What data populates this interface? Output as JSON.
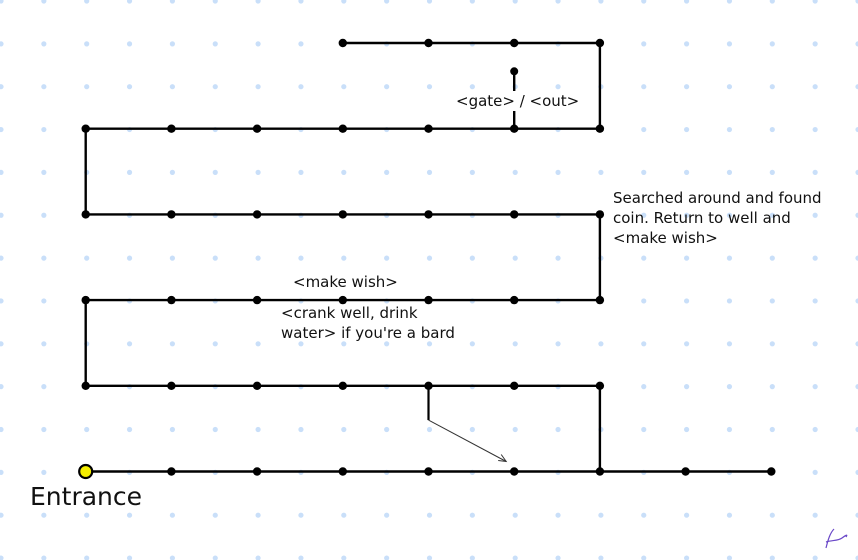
{
  "diagram": {
    "title": "Dungeon path map",
    "colors": {
      "background": "#ffffff",
      "grid_dot": "#c9dff9",
      "path": "#000000",
      "entrance_fill": "#f5ee00",
      "signature": "#6a48c8"
    },
    "labels": {
      "entrance": "Entrance",
      "gate": "<gate> / <out>",
      "searched": "Searched around and found\ncoin. Return to well and\n<make wish>",
      "make_wish": "<make wish>",
      "crank": "<crank well, drink\nwater> if you're a bard"
    },
    "signature_text": "Lucien",
    "rows": [
      {
        "name": "row-1-entrance",
        "nodes": [
          [
            1,
            5
          ],
          [
            2,
            5
          ],
          [
            3,
            5
          ],
          [
            4,
            5
          ],
          [
            5,
            5
          ],
          [
            6,
            5
          ],
          [
            7,
            5
          ],
          [
            8,
            5
          ],
          [
            9,
            5
          ]
        ]
      },
      {
        "name": "row-2",
        "nodes": [
          [
            1,
            4
          ],
          [
            2,
            4
          ],
          [
            3,
            4
          ],
          [
            4,
            4
          ],
          [
            5,
            4
          ],
          [
            6,
            4
          ],
          [
            7,
            4
          ]
        ]
      },
      {
        "name": "row-3",
        "nodes": [
          [
            1,
            3
          ],
          [
            2,
            3
          ],
          [
            3,
            3
          ],
          [
            4,
            3
          ],
          [
            5,
            3
          ],
          [
            6,
            3
          ],
          [
            7,
            3
          ]
        ]
      },
      {
        "name": "row-4",
        "nodes": [
          [
            1,
            2
          ],
          [
            2,
            2
          ],
          [
            3,
            2
          ],
          [
            4,
            2
          ],
          [
            5,
            2
          ],
          [
            6,
            2
          ],
          [
            7,
            2
          ]
        ]
      },
      {
        "name": "row-5",
        "nodes": [
          [
            1,
            1
          ],
          [
            2,
            1
          ],
          [
            3,
            1
          ],
          [
            4,
            1
          ],
          [
            5,
            1
          ],
          [
            6,
            1
          ],
          [
            7,
            1
          ]
        ]
      },
      {
        "name": "row-6-top",
        "nodes": [
          [
            4,
            0
          ],
          [
            5,
            0
          ],
          [
            6,
            0
          ],
          [
            7,
            0
          ]
        ]
      }
    ],
    "connectors": [
      {
        "name": "connector-row1-row2",
        "from": [
          7,
          5
        ],
        "to": [
          7,
          4
        ]
      },
      {
        "name": "connector-row2-row3",
        "from": [
          1,
          4
        ],
        "to": [
          1,
          3
        ]
      },
      {
        "name": "connector-row3-row4",
        "from": [
          7,
          3
        ],
        "to": [
          7,
          2
        ]
      },
      {
        "name": "connector-row4-row5",
        "from": [
          1,
          2
        ],
        "to": [
          1,
          1
        ]
      },
      {
        "name": "connector-row5-top",
        "from": [
          7,
          1
        ],
        "to": [
          7,
          0
        ]
      }
    ],
    "gate_spur": {
      "from": [
        6,
        1
      ],
      "to": [
        6,
        0.33
      ]
    },
    "shortcut": {
      "start": [
        5,
        4
      ],
      "bend": [
        5,
        4.4
      ],
      "end": [
        6,
        4.93
      ]
    },
    "entrance_node": [
      1,
      5
    ]
  }
}
